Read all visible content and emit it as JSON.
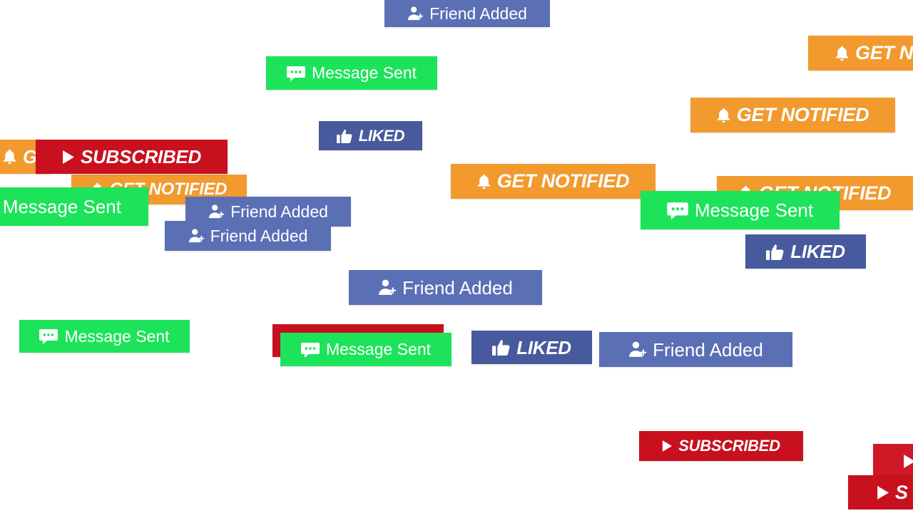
{
  "labels": {
    "friend": "Friend Added",
    "message": "Message Sent",
    "liked": "LIKED",
    "notified": "GET NOTIFIED",
    "subscribed": "SUBSCRIBED",
    "clipped_notified": "GET N",
    "clipped_subscribed": "S",
    "clipped_notified_left": "G"
  },
  "icons": {
    "friend": "add-user-icon",
    "message": "speech-bubble-icon",
    "liked": "thumbs-up-icon",
    "notified": "bell-icon",
    "subscribed": "play-icon"
  },
  "colors": {
    "friend": "#5b6fb5",
    "message": "#1de35a",
    "liked": "#475a9d",
    "notified": "#f29a2e",
    "subscribed": "#c8101e",
    "background": "#ffffff"
  }
}
